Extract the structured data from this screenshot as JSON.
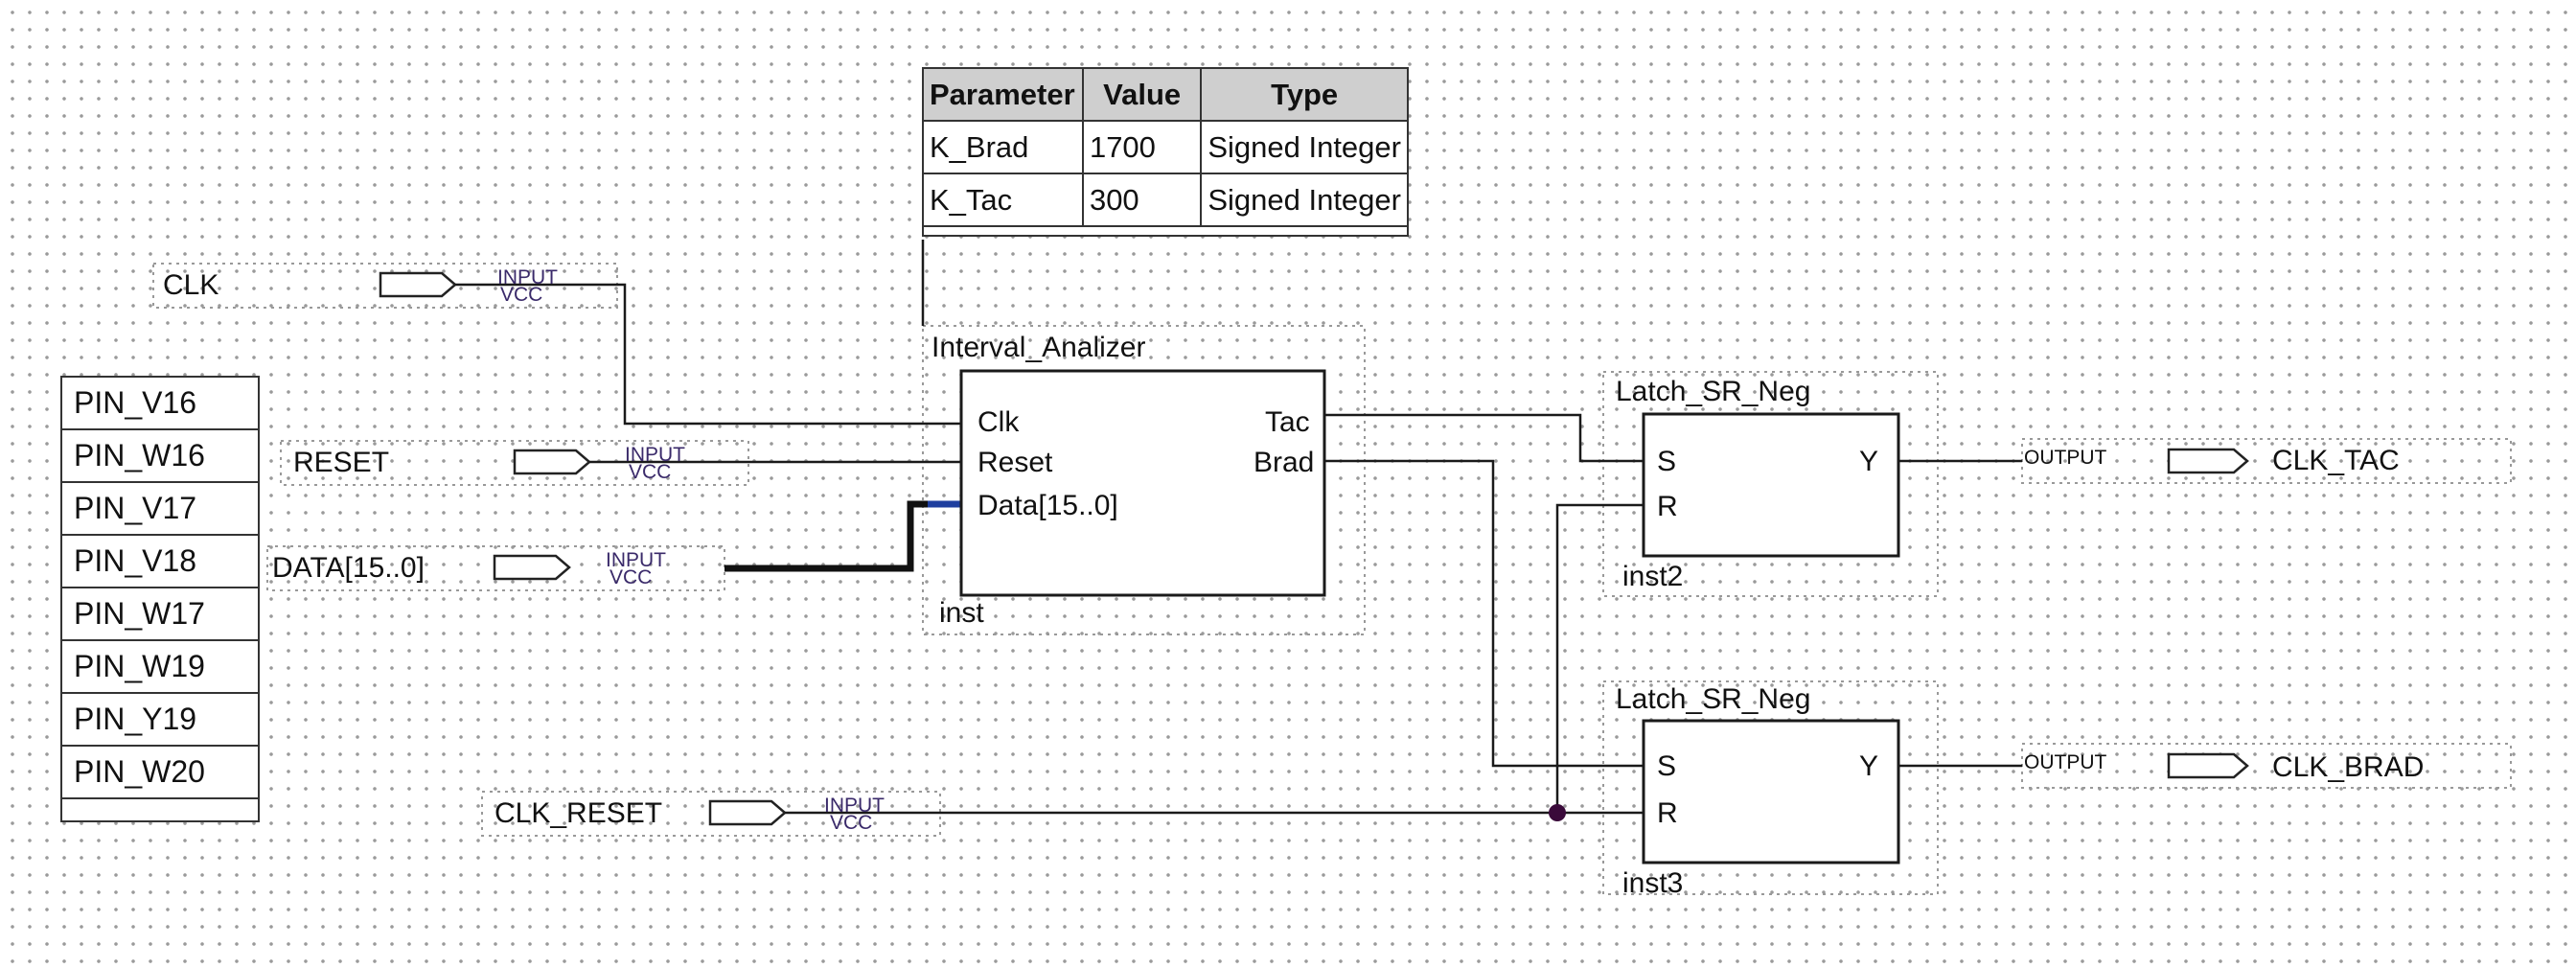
{
  "param_table": {
    "headers": [
      "Parameter",
      "Value",
      "Type"
    ],
    "rows": [
      {
        "name": "K_Brad",
        "value": "1700",
        "type": "Signed Integer"
      },
      {
        "name": "K_Tac",
        "value": "300",
        "type": "Signed Integer"
      }
    ]
  },
  "pin_list": [
    "PIN_V16",
    "PIN_W16",
    "PIN_V17",
    "PIN_V18",
    "PIN_W17",
    "PIN_W19",
    "PIN_Y19",
    "PIN_W20"
  ],
  "inputs": [
    {
      "name": "CLK",
      "type": "INPUT",
      "default": "VCC"
    },
    {
      "name": "RESET",
      "type": "INPUT",
      "default": "VCC"
    },
    {
      "name": "DATA[15..0]",
      "type": "INPUT",
      "default": "VCC"
    },
    {
      "name": "CLK_RESET",
      "type": "INPUT",
      "default": "VCC"
    }
  ],
  "outputs": [
    {
      "name": "CLK_TAC",
      "type": "OUTPUT"
    },
    {
      "name": "CLK_BRAD",
      "type": "OUTPUT"
    }
  ],
  "blocks": {
    "analyzer": {
      "module": "Interval_Analizer",
      "instance": "inst",
      "ports_in": [
        "Clk",
        "Reset",
        "Data[15..0]"
      ],
      "ports_out": [
        "Tac",
        "Brad"
      ]
    },
    "latch1": {
      "module": "Latch_SR_Neg",
      "instance": "inst2",
      "ports_in": [
        "S",
        "R"
      ],
      "ports_out": [
        "Y"
      ]
    },
    "latch2": {
      "module": "Latch_SR_Neg",
      "instance": "inst3",
      "ports_in": [
        "S",
        "R"
      ],
      "ports_out": [
        "Y"
      ]
    }
  },
  "colors": {
    "wire": "#1a1a1a",
    "bus_highlight": "#1f3f9f",
    "junction": "#3a0a3a",
    "pin_text": "#3a2a6a"
  }
}
